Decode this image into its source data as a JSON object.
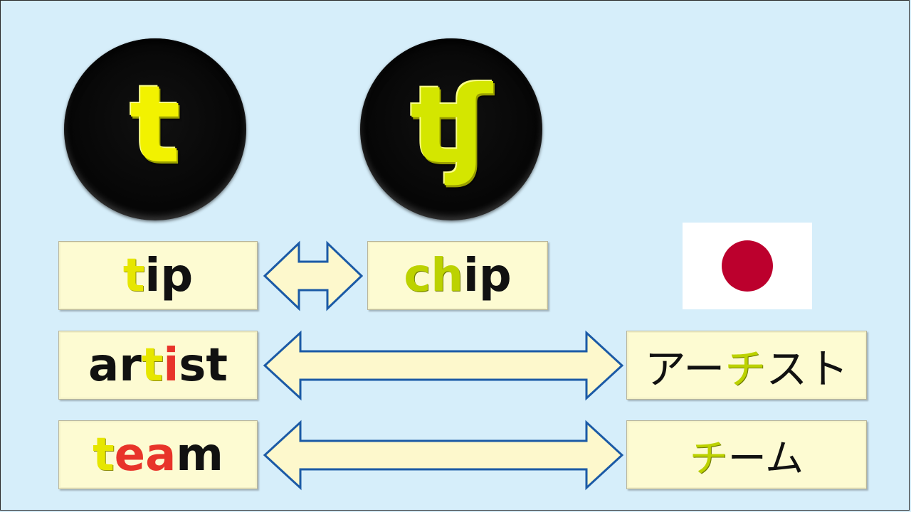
{
  "symbols": {
    "left": "t",
    "right": "ʧ"
  },
  "words": {
    "tip": [
      {
        "text": "t",
        "color": "yellow"
      },
      {
        "text": "ip",
        "color": "dark"
      }
    ],
    "chip": [
      {
        "text": "ch",
        "color": "lime"
      },
      {
        "text": "ip",
        "color": "dark"
      }
    ],
    "artist": [
      {
        "text": "ar",
        "color": "dark"
      },
      {
        "text": "t",
        "color": "yellow"
      },
      {
        "text": "i",
        "color": "red"
      },
      {
        "text": "st",
        "color": "dark"
      }
    ],
    "team": [
      {
        "text": "t",
        "color": "yellow"
      },
      {
        "text": "ea",
        "color": "red"
      },
      {
        "text": "m",
        "color": "dark"
      }
    ],
    "artist_jp": [
      {
        "text": "アー",
        "color": "dark"
      },
      {
        "text": "チ",
        "color": "lime"
      },
      {
        "text": "スト",
        "color": "dark"
      }
    ],
    "team_jp": [
      {
        "text": "チ",
        "color": "lime"
      },
      {
        "text": "ーム",
        "color": "dark"
      }
    ]
  },
  "colors": {
    "background": "#d6eefa",
    "box_fill": "#fdfbd2",
    "arrow_fill": "#fdf8cc",
    "arrow_stroke": "#1b5aa6",
    "flag_red": "#bc002d"
  },
  "flag_icon": "japan-flag-icon"
}
